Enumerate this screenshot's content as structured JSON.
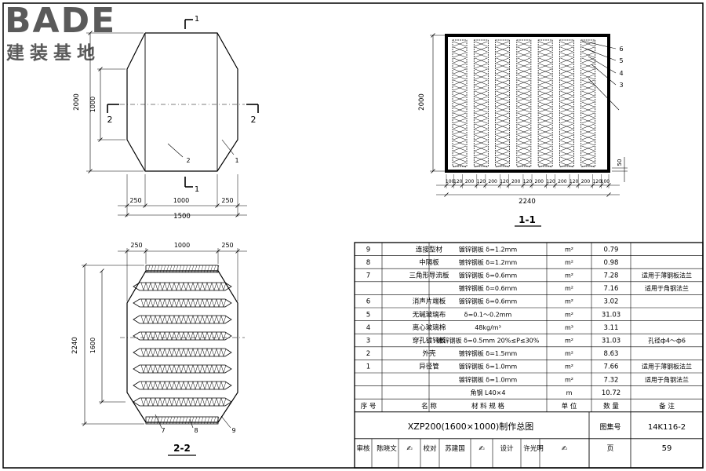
{
  "logo": {
    "mark": "BADE",
    "sub": "建装基地"
  },
  "elevation": {
    "section_mark": "1",
    "section_mark_2": "2",
    "dim_height_total": "2000",
    "dim_height_inner": "1000",
    "dims_bottom": [
      "250",
      "1000",
      "250"
    ],
    "dim_bottom_total": "1500",
    "leader_labels": [
      "2",
      "1"
    ]
  },
  "section_1_1": {
    "title": "1-1",
    "dim_height": "2000",
    "dim_small": "50",
    "dim_strip": [
      "100",
      "120",
      "200",
      "120",
      "200",
      "120",
      "200",
      "120",
      "200",
      "120",
      "200",
      "120",
      "200",
      "120",
      "100"
    ],
    "dim_total": "2240",
    "leader_labels": [
      "6",
      "5",
      "4",
      "3"
    ]
  },
  "section_2_2": {
    "title": "2-2",
    "dims_top": [
      "250",
      "1000",
      "250"
    ],
    "dim_height_total": "2240",
    "dim_height_inner": "1600",
    "leader_labels": [
      "7",
      "8",
      "9"
    ]
  },
  "table": {
    "header": [
      "序 号",
      "名   称",
      "材 料 规 格",
      "单 位",
      "数 量",
      "备 注"
    ],
    "rows": [
      {
        "no": "9",
        "name": "连接型材",
        "spec": "镀锌钢板        δ=1.2mm",
        "unit": "m²",
        "qty": "0.79",
        "note": ""
      },
      {
        "no": "8",
        "name": "中隔板",
        "spec": "镀锌钢板        δ=1.2mm",
        "unit": "m²",
        "qty": "0.98",
        "note": ""
      },
      {
        "no": "7",
        "name": "三角形导流板",
        "spec": "镀锌钢板        δ=0.6mm",
        "unit": "m²",
        "qty": "7.28",
        "note": "适用于薄钢板法兰"
      },
      {
        "no": "",
        "name": "",
        "spec": "镀锌钢板        δ=0.6mm",
        "unit": "m²",
        "qty": "7.16",
        "note": "适用于角钢法兰"
      },
      {
        "no": "6",
        "name": "消声片端板",
        "spec": "镀锌钢板        δ=0.6mm",
        "unit": "m²",
        "qty": "3.02",
        "note": ""
      },
      {
        "no": "5",
        "name": "无碱玻璃布",
        "spec": "δ=0.1～0.2mm",
        "unit": "m²",
        "qty": "31.03",
        "note": ""
      },
      {
        "no": "4",
        "name": "离心玻璃棉",
        "spec": "48kg/m³",
        "unit": "m³",
        "qty": "3.11",
        "note": ""
      },
      {
        "no": "3",
        "name": "穿孔镀锌板",
        "spec": "镀锌钢板 δ=0.5mm 20%≤P≤30%",
        "unit": "m²",
        "qty": "31.03",
        "note": "孔径ф4～ф6"
      },
      {
        "no": "2",
        "name": "外壳",
        "spec": "镀锌钢板        δ=1.5mm",
        "unit": "m²",
        "qty": "8.63",
        "note": ""
      },
      {
        "no": "1",
        "name": "异径管",
        "spec": "镀锌钢板        δ=1.0mm",
        "unit": "m²",
        "qty": "7.66",
        "note": "适用于薄钢板法兰"
      },
      {
        "no": "",
        "name": "",
        "spec": "镀锌钢板        δ=1.0mm",
        "unit": "m²",
        "qty": "7.32",
        "note": "适用于角钢法兰"
      },
      {
        "no": "",
        "name": "",
        "spec": "角钢   L40×4",
        "unit": "m",
        "qty": "10.72",
        "note": ""
      }
    ],
    "title_text": "XZP200(1600×1000)制作总图",
    "atlas_label": "图集号",
    "atlas_no": "14K116-2",
    "review": [
      "审核",
      "陈晓文",
      "校对",
      "苏建国",
      "设计",
      "许光明"
    ],
    "page_label": "页",
    "page_no": "59"
  }
}
